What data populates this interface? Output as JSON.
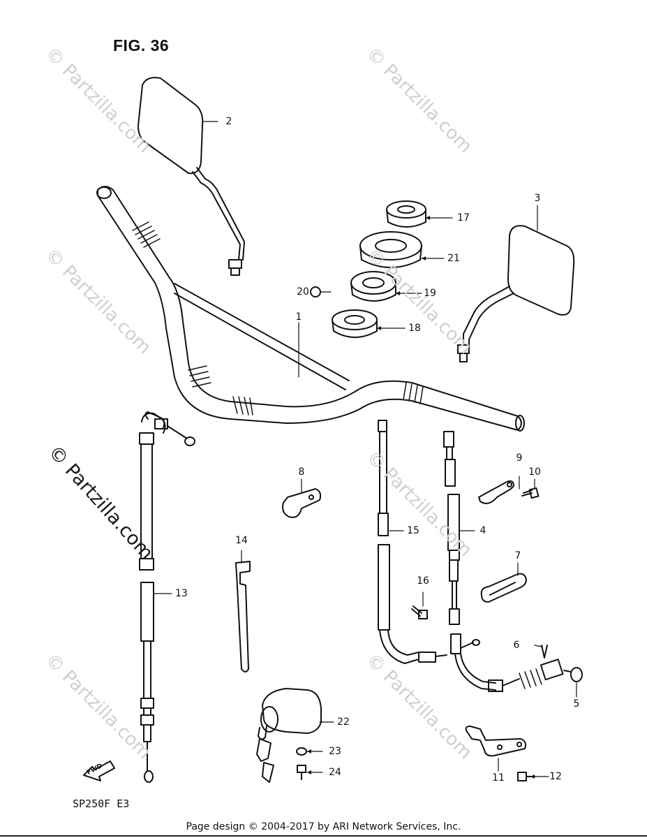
{
  "figure": {
    "title": "FIG. 36",
    "model_code": "SP250F E3",
    "fwd_label": "FWD"
  },
  "watermarks": {
    "text": "© Partzilla.com"
  },
  "footer": {
    "copyright": "Page design © 2004-2017 by ARI Network Services, Inc."
  },
  "callouts": [
    "1",
    "2",
    "3",
    "4",
    "5",
    "6",
    "7",
    "8",
    "9",
    "10",
    "11",
    "12",
    "13",
    "14",
    "15",
    "16",
    "17",
    "18",
    "19",
    "20",
    "21",
    "22",
    "23",
    "24"
  ]
}
